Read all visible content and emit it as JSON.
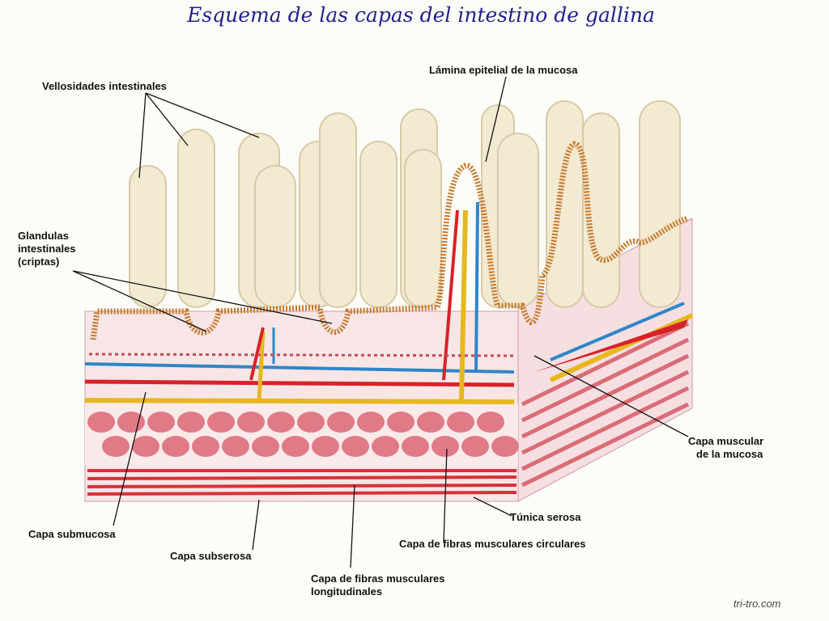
{
  "title": "Esquema de las capas del intestino de gallina",
  "labels": {
    "villi": "Vellosidades intestinales",
    "epithelial": "Lámina epitelial de la mucosa",
    "glands_1": "Glandulas",
    "glands_2": "intestinales",
    "glands_3": "(criptas)",
    "muscularis_mucosa_1": "Capa muscular",
    "muscularis_mucosa_2": "de la mucosa",
    "serosa": "Túnica serosa",
    "circular": "Capa de fibras musculares circulares",
    "submucosa": "Capa submucosa",
    "subserosa": "Capa subserosa",
    "longitudinal_1": "Capa de fibras musculares",
    "longitudinal_2": "longitudinales"
  },
  "watermark": "tri-tro.com",
  "colors": {
    "title": "#1f1f8f",
    "villus": "#f3ead2",
    "epithelium": "#c8782c",
    "artery": "#d8222a",
    "vein": "#2f86c8",
    "lymph": "#e6b820",
    "muscle": "#e07a86"
  }
}
